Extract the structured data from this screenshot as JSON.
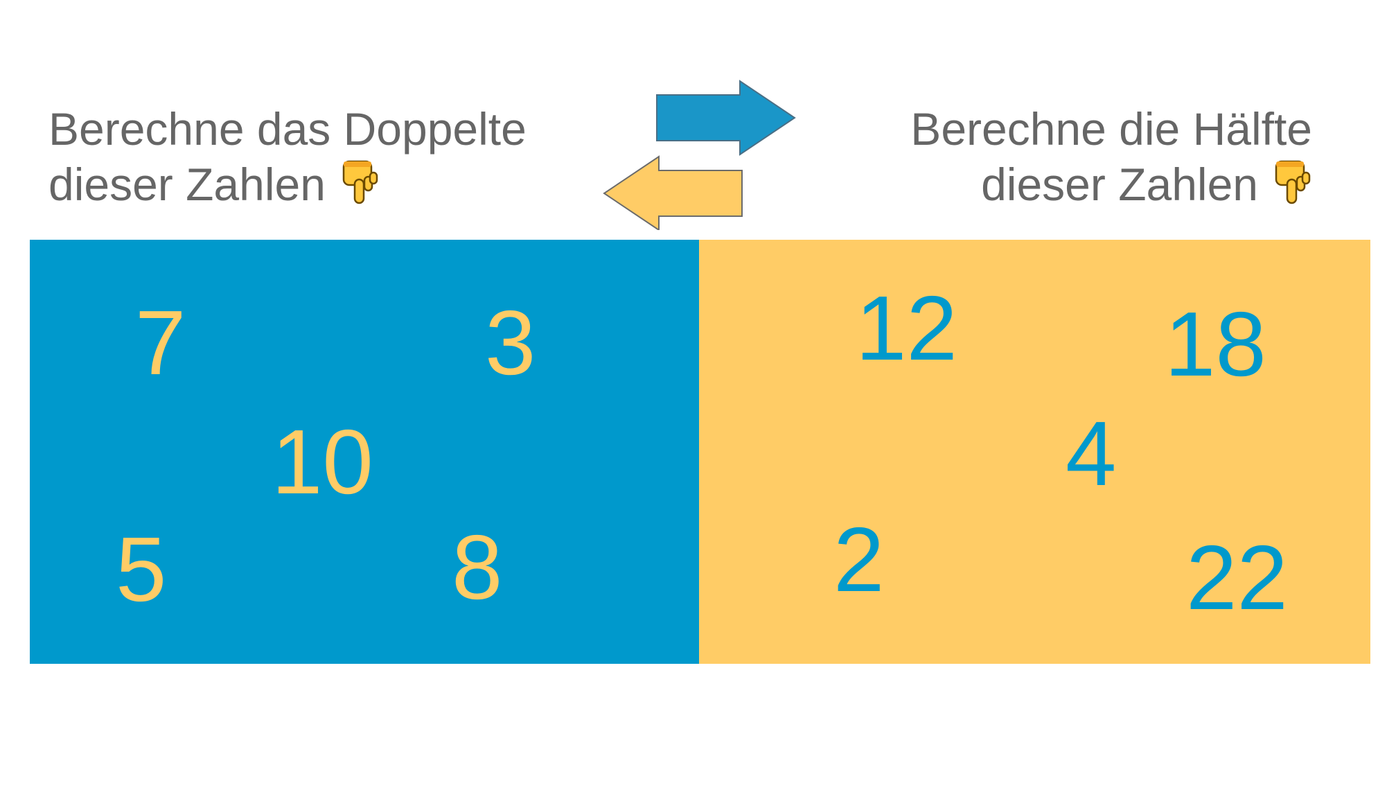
{
  "left_task": {
    "line1": "Berechne das Doppelte",
    "line2": "dieser Zahlen",
    "icon": "backhand-index-pointing-down-icon"
  },
  "right_task": {
    "line1": "Berechne die Hälfte",
    "line2": "dieser Zahlen",
    "icon": "backhand-index-pointing-down-icon"
  },
  "arrows": {
    "right_arrow_color": "#1A96C8",
    "left_arrow_color": "#FFCC66"
  },
  "double_panel": {
    "color": "#0099CC",
    "number_color": "#FFCC66",
    "numbers": [
      "7",
      "3",
      "10",
      "5",
      "8"
    ]
  },
  "half_panel": {
    "color": "#FFCC66",
    "number_color": "#0099CC",
    "numbers": [
      "12",
      "18",
      "4",
      "2",
      "22"
    ]
  }
}
